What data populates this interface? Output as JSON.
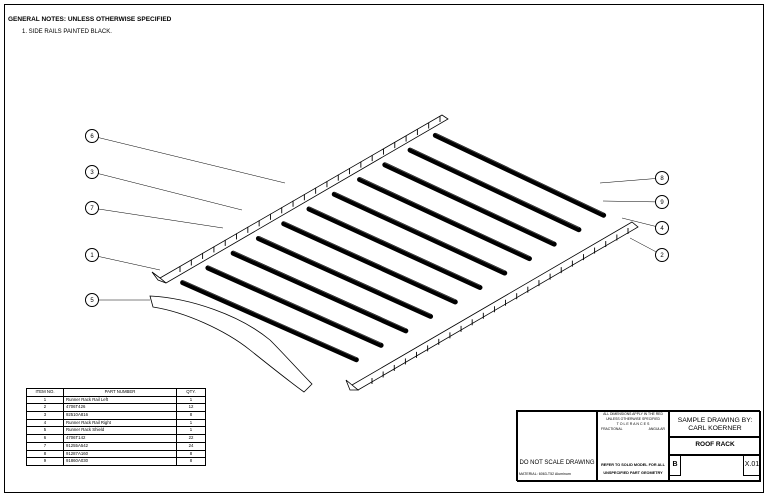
{
  "notes": {
    "title": "GENERAL NOTES:  UNLESS OTHERWISE SPECIFIED",
    "items": [
      "1.    SIDE RAILS PAINTED BLACK."
    ]
  },
  "callouts": [
    "6",
    "3",
    "7",
    "1",
    "5",
    "8",
    "9",
    "4",
    "2"
  ],
  "bom": {
    "headers": [
      "ITEM NO.",
      "PART NUMBER",
      "QTY."
    ],
    "rows": [
      [
        "1",
        "Runner Rack Rail Left",
        "1"
      ],
      [
        "2",
        "4706T426",
        "12"
      ],
      [
        "3",
        "92510A816",
        "8"
      ],
      [
        "4",
        "Runner Rack Rail Right",
        "1"
      ],
      [
        "5",
        "Runner Rack Shield",
        "1"
      ],
      [
        "6",
        "4706T142",
        "22"
      ],
      [
        "7",
        "91255A542",
        "24"
      ],
      [
        "8",
        "91287A160",
        "8"
      ],
      [
        "9",
        "91860A030",
        "8"
      ]
    ]
  },
  "title_block": {
    "tolerance_note": "ALL DIMENSIONS APPLY IN THE RED UNLESS OTHERWISE SPECIFIED",
    "tolerances_label": "T O L E R A N C E S",
    "fractional_label": "FRACTIONAL",
    "angular_label": "ANGULAR",
    "do_not_scale": "DO NOT SCALE DRAWING",
    "material": "MATERIAL: 6063-T52 Aluminum",
    "refer": "REFER TO SOLID MODEL FOR ALL",
    "unspecified": "UNSPECIFIED PART GEOMETRY",
    "sample_by": "SAMPLE DRAWING BY:",
    "author": "CARL KOERNER",
    "drawing_title": "ROOF RACK",
    "size": "B",
    "rev": "X.01"
  }
}
